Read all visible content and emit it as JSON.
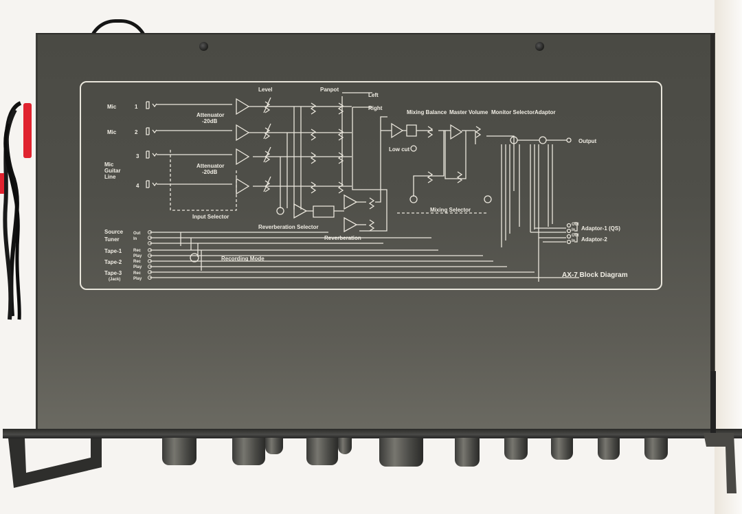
{
  "diagram": {
    "title": "AX-7 Block Diagram",
    "inputs": [
      {
        "label": "Mic",
        "channel": "1"
      },
      {
        "label": "Mic",
        "channel": "2"
      },
      {
        "label": "Mic\nGuitar\nLine",
        "channel_a": "3",
        "channel_b": "4"
      }
    ],
    "labels": {
      "level": "Level",
      "panpot": "Panpot",
      "left": "Left",
      "right": "Right",
      "attenuator_top": "Attenuator",
      "attenuator_top_value": "-20dB",
      "attenuator_mid": "Attenuator",
      "attenuator_mid_value": "-20dB",
      "input_selector": "Input Selector",
      "reverberation_selector": "Reverberation Selector",
      "reverberation": "Reverberation",
      "low_cut": "Low cut",
      "mixing_balance": "Mixing Balance",
      "master_volume": "Master Volume",
      "monitor_selector": "Monitor Selector",
      "adaptor": "Adaptor",
      "output": "Output",
      "mixing_selector": "Mixing Selector",
      "recording_mode": "Recording Mode"
    },
    "sources": [
      {
        "name": "Source",
        "ports": []
      },
      {
        "name": "Tuner",
        "ports": [
          "Out",
          "In"
        ]
      },
      {
        "name": "Tape-1",
        "ports": [
          "Rec",
          "Play"
        ]
      },
      {
        "name": "Tape-2",
        "ports": [
          "Rec",
          "Play"
        ]
      },
      {
        "name": "Tape-3",
        "sub": "(Jack)",
        "ports": [
          "Rec",
          "Play"
        ]
      }
    ],
    "adaptors": [
      {
        "name": "Adaptor-1 (QS)",
        "ports": [
          "Out",
          "In"
        ]
      },
      {
        "name": "Adaptor-2",
        "ports": [
          "Out",
          "In"
        ]
      }
    ]
  },
  "colors": {
    "panel": "#4d4d47",
    "silkscreen": "#f0ede4",
    "rca_red": "#e0232f"
  }
}
